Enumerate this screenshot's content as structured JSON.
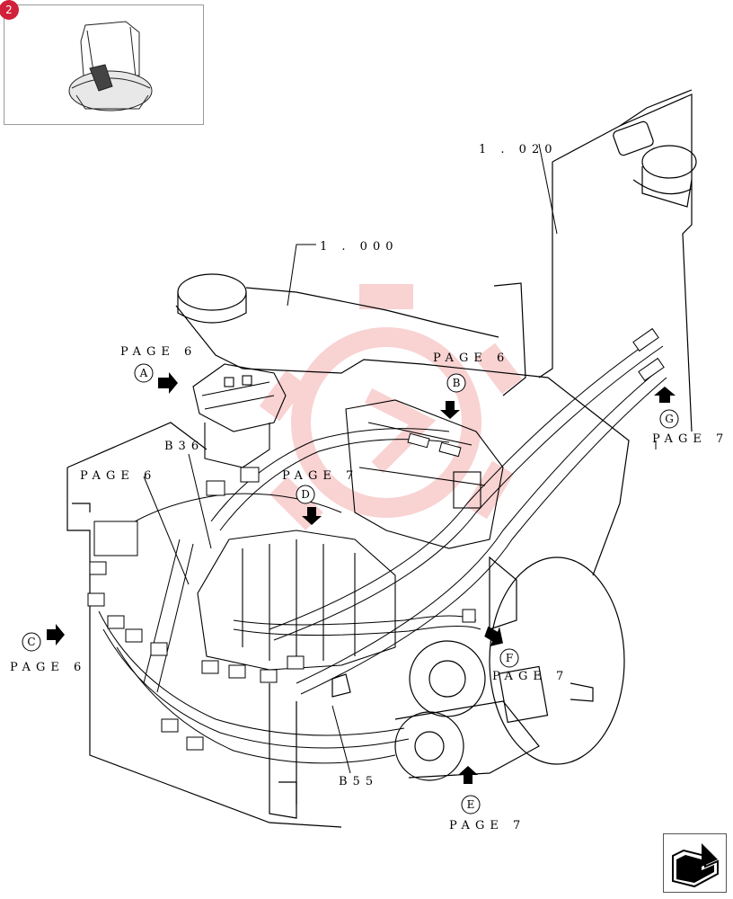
{
  "thumbnail": {
    "badge": "2"
  },
  "callouts": [
    {
      "id": "ref-1020",
      "text": "1 . 020"
    },
    {
      "id": "ref-1000",
      "text": "1 . 000"
    },
    {
      "id": "page6-a",
      "text": "PAGE 6"
    },
    {
      "id": "page6-b",
      "text": "PAGE 6"
    },
    {
      "id": "page7-g",
      "text": "PAGE 7"
    },
    {
      "id": "b36",
      "text": "B36"
    },
    {
      "id": "page6-c-upper",
      "text": "PAGE 6"
    },
    {
      "id": "page7-d",
      "text": "PAGE 7"
    },
    {
      "id": "page6-c",
      "text": "PAGE 6"
    },
    {
      "id": "page7-f",
      "text": "PAGE 7"
    },
    {
      "id": "b55",
      "text": "B55"
    },
    {
      "id": "page7-e",
      "text": "PAGE 7"
    }
  ],
  "circle_labels": [
    "A",
    "B",
    "C",
    "D",
    "E",
    "F",
    "G"
  ],
  "colors": {
    "watermark": "#f08080",
    "badge": "#d0203a",
    "line": "#000000"
  },
  "icons": [
    "page-turn-arrow-icon",
    "excavator-thumbnail-icon"
  ]
}
